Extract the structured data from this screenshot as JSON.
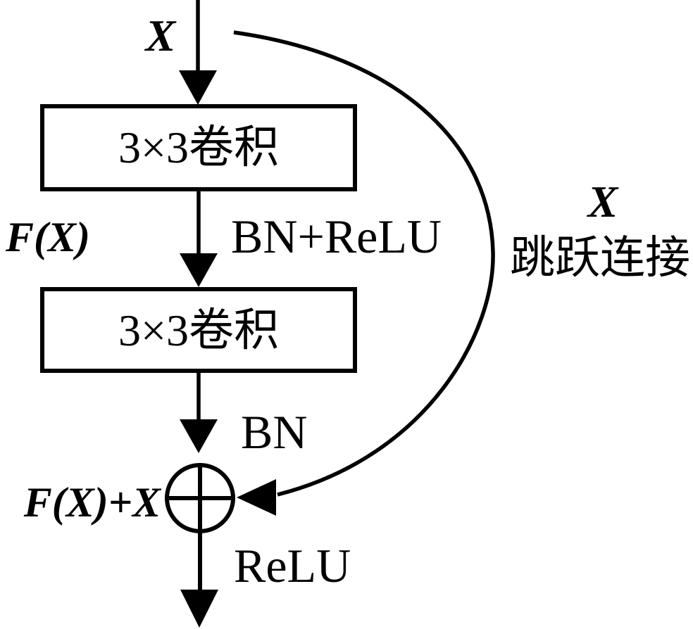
{
  "diagram": {
    "title_semantic": "residual-block-flow-diagram",
    "input_label": "X",
    "conv1_label": "3×3卷积",
    "fx_label": "F(X)",
    "bn_relu_label": "BN+ReLU",
    "conv2_label": "3×3卷积",
    "bn_label": "BN",
    "sum_label": "F(X)+X",
    "relu_label": "ReLU",
    "skip_connection": {
      "x_label": "X",
      "text_label": "跳跃连接"
    },
    "colors": {
      "line": "#000000",
      "background": "#ffffff",
      "box_fill": "#ffffff",
      "text": "#000000"
    }
  }
}
